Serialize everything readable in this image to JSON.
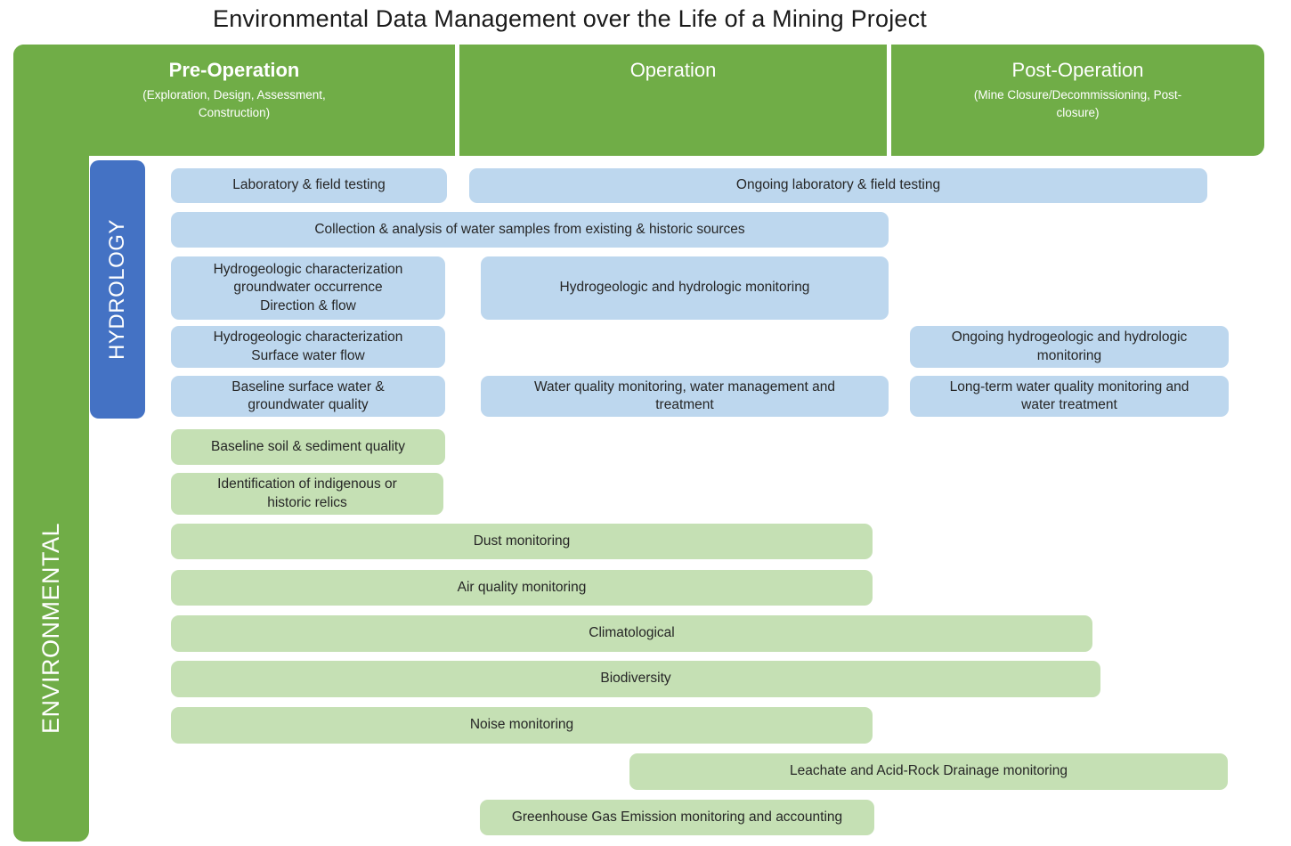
{
  "title": "Environmental Data Management over the Life of a Mining Project",
  "colors": {
    "band_green": "#70AD47",
    "hydrology_blue": "#4472C4",
    "bar_blue": "#BDD7EE",
    "bar_green": "#C5E0B4",
    "bar_text": "#262626",
    "title_text": "#1A1A1A"
  },
  "header": {
    "phases": [
      {
        "label": "Pre-Operation",
        "sublabel": "(Exploration, Design, Assessment,\nConstruction)"
      },
      {
        "label": "Operation",
        "sublabel": ""
      },
      {
        "label": "Post-Operation",
        "sublabel": "(Mine Closure/Decommissioning, Post-\nclosure)"
      }
    ]
  },
  "side_labels": {
    "environmental": "ENVIRONMENTAL",
    "hydrology": "HYDROLOGY"
  },
  "bars": {
    "lab_field_testing": {
      "label": "Laboratory & field testing",
      "category": "hydrology",
      "phases": [
        "pre-operation"
      ]
    },
    "ongoing_lab_field_testing": {
      "label": "Ongoing laboratory & field testing",
      "category": "hydrology",
      "phases": [
        "operation",
        "post-operation"
      ]
    },
    "water_sample_collection": {
      "label": "Collection & analysis of water samples from existing & historic sources",
      "category": "hydrology",
      "phases": [
        "pre-operation",
        "operation"
      ]
    },
    "hydro_char_groundwater": {
      "label": "Hydrogeologic characterization\ngroundwater occurrence\nDirection & flow",
      "category": "hydrology",
      "phases": [
        "pre-operation"
      ]
    },
    "hydro_monitoring": {
      "label": "Hydrogeologic and hydrologic monitoring",
      "category": "hydrology",
      "phases": [
        "operation"
      ]
    },
    "hydro_char_surface": {
      "label": "Hydrogeologic characterization\nSurface water flow",
      "category": "hydrology",
      "phases": [
        "pre-operation"
      ]
    },
    "ongoing_hydro_monitoring": {
      "label": "Ongoing hydrogeologic and hydrologic\nmonitoring",
      "category": "hydrology",
      "phases": [
        "post-operation"
      ]
    },
    "baseline_water_quality": {
      "label": "Baseline surface water &\ngroundwater quality",
      "category": "hydrology",
      "phases": [
        "pre-operation"
      ]
    },
    "water_quality_monitoring": {
      "label": "Water quality monitoring, water management and\ntreatment",
      "category": "hydrology",
      "phases": [
        "operation"
      ]
    },
    "longterm_water_quality": {
      "label": "Long-term water quality monitoring and\nwater treatment",
      "category": "hydrology",
      "phases": [
        "post-operation"
      ]
    },
    "baseline_soil": {
      "label": "Baseline soil & sediment quality",
      "category": "environmental",
      "phases": [
        "pre-operation"
      ]
    },
    "indigenous_relics": {
      "label": "Identification of indigenous or\nhistoric relics",
      "category": "environmental",
      "phases": [
        "pre-operation"
      ]
    },
    "dust_monitoring": {
      "label": "Dust monitoring",
      "category": "environmental",
      "phases": [
        "pre-operation",
        "operation"
      ]
    },
    "air_quality_monitoring": {
      "label": "Air quality monitoring",
      "category": "environmental",
      "phases": [
        "pre-operation",
        "operation"
      ]
    },
    "climatological": {
      "label": "Climatological",
      "category": "environmental",
      "phases": [
        "pre-operation",
        "operation",
        "post-operation"
      ]
    },
    "biodiversity": {
      "label": "Biodiversity",
      "category": "environmental",
      "phases": [
        "pre-operation",
        "operation",
        "post-operation"
      ]
    },
    "noise_monitoring": {
      "label": "Noise monitoring",
      "category": "environmental",
      "phases": [
        "pre-operation",
        "operation"
      ]
    },
    "leachate_ard_monitoring": {
      "label": "Leachate and Acid-Rock Drainage monitoring",
      "category": "environmental",
      "phases": [
        "operation",
        "post-operation"
      ]
    },
    "ghg_monitoring": {
      "label": "Greenhouse Gas Emission monitoring and accounting",
      "category": "environmental",
      "phases": [
        "operation"
      ]
    }
  }
}
